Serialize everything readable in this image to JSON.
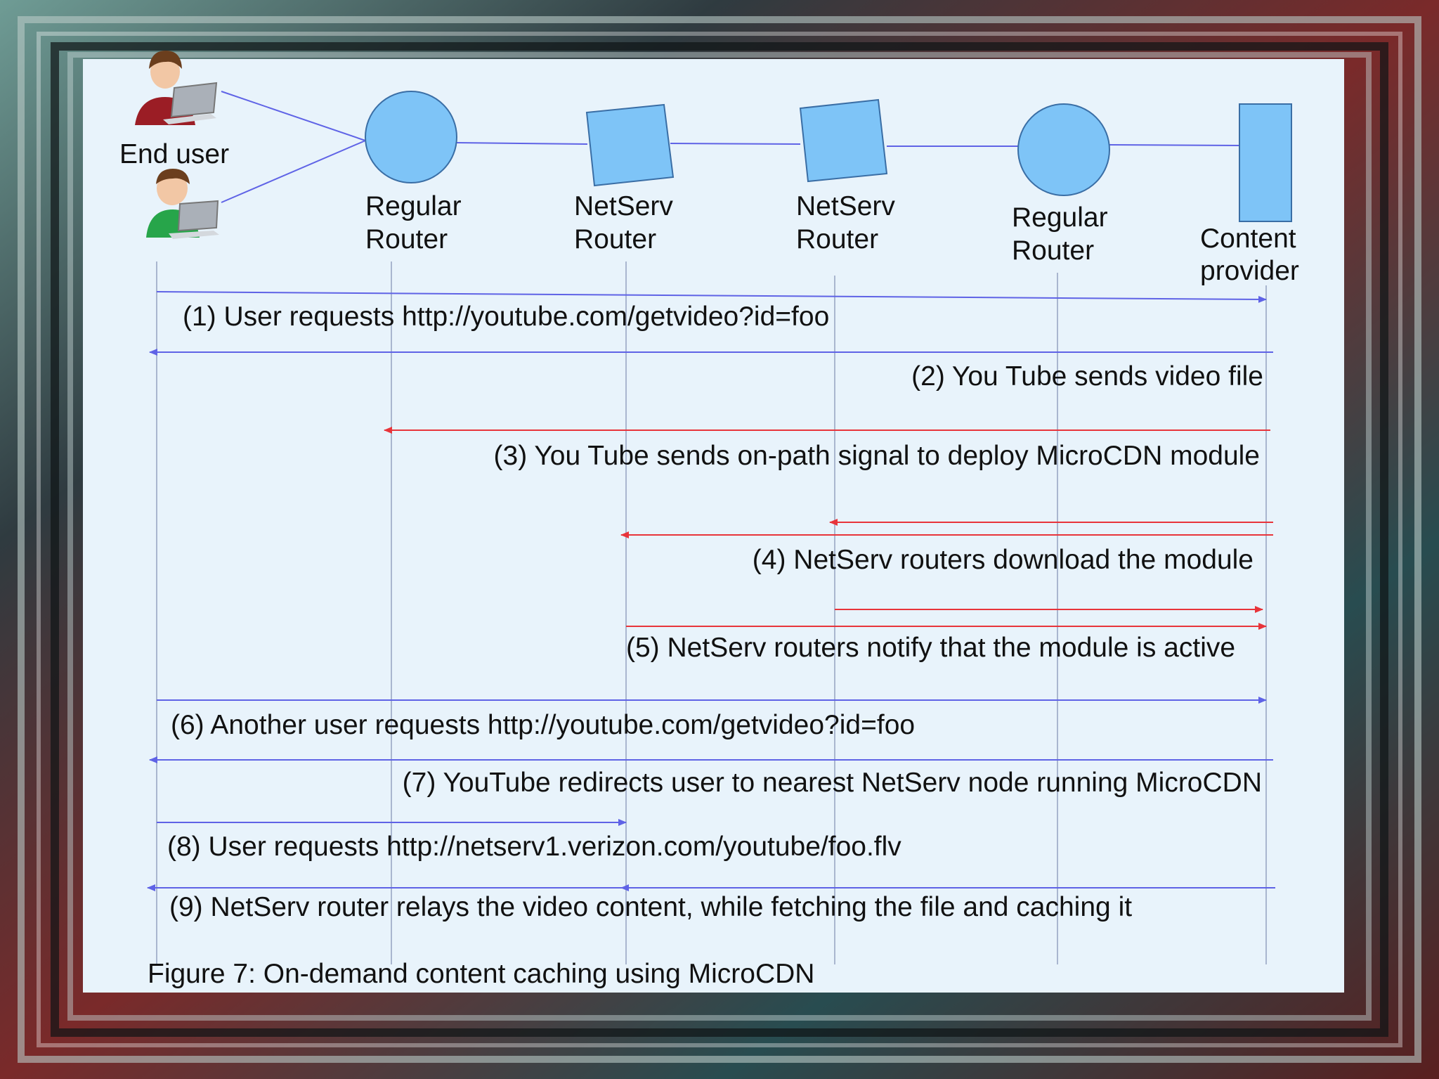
{
  "nodes": {
    "end_user": "End user",
    "regular_router_1": [
      "Regular",
      "Router"
    ],
    "netserv_router_1": [
      "NetServ",
      "Router"
    ],
    "netserv_router_2": [
      "NetServ",
      "Router"
    ],
    "regular_router_2": [
      "Regular",
      "Router"
    ],
    "content_provider": [
      "Content",
      "provider"
    ]
  },
  "messages": [
    "(1) User requests http://youtube.com/getvideo?id=foo",
    "(2) You Tube sends video file",
    "(3) You Tube sends on-path signal to deploy MicroCDN module",
    "(4) NetServ routers download the module",
    "(5) NetServ routers notify that the module is active",
    "(6) Another user requests http://youtube.com/getvideo?id=foo",
    "(7) YouTube redirects user to nearest NetServ node running MicroCDN",
    "(8) User requests http://netserv1.verizon.com/youtube/foo.flv",
    "(9) NetServ router relays the video content, while fetching the file and caching it"
  ],
  "caption": "Figure 7: On-demand content caching using MicroCDN",
  "colors": {
    "panel": "#e8f3fb",
    "node_fill": "#7ec4f7",
    "node_stroke": "#3a6ea5",
    "blue_arrow": "#5f63e6",
    "red_arrow": "#e8343a",
    "lifeline": "#a9b6cf"
  }
}
